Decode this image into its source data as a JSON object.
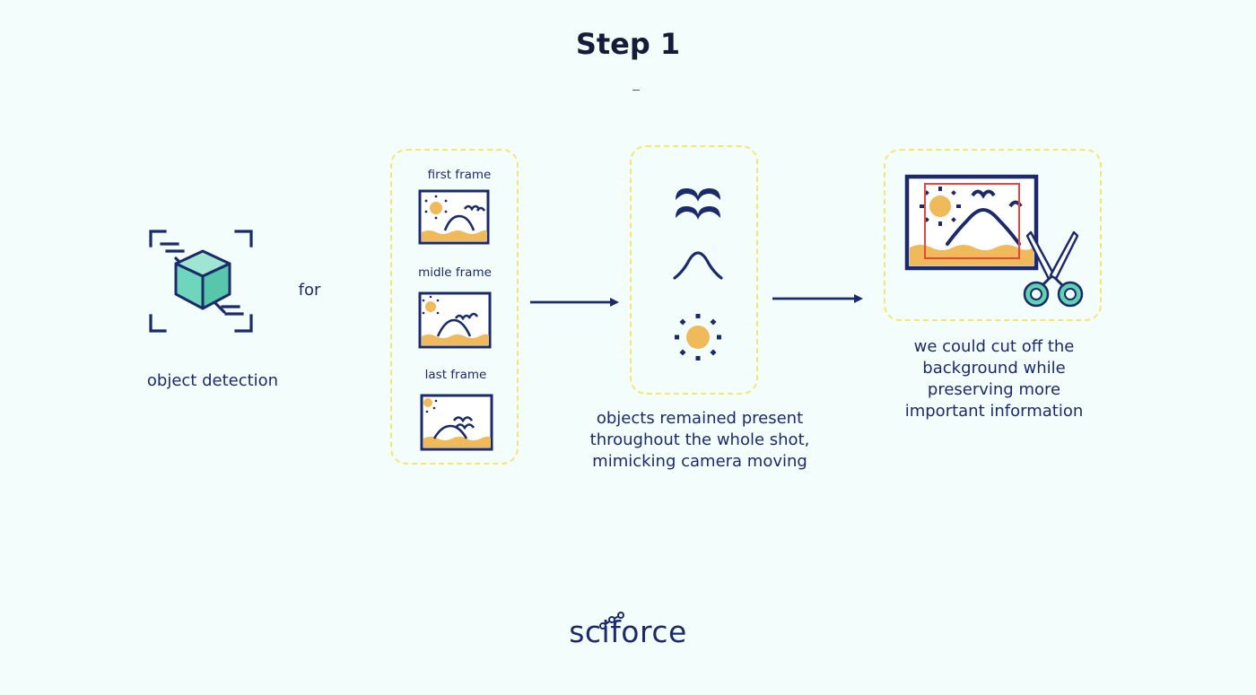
{
  "title": "Step 1",
  "object_detection": {
    "label": "object detection",
    "connector": "for"
  },
  "frames": {
    "first": "first frame",
    "middle": "midle frame",
    "last": "last frame"
  },
  "objects_caption": [
    "objects remained present",
    "throughout the whole shot,",
    "mimicking camera moving"
  ],
  "result_caption": [
    "we could cut off the",
    "background while",
    "preserving more",
    "important information"
  ],
  "logo": "sciforce",
  "colors": {
    "background": "#f3fdfb",
    "navy": "#1b2a6b",
    "dashed_border": "#f6e66b",
    "sun": "#f0b95a",
    "crop_box": "#e8453c",
    "cube": "#6fd5bd",
    "scissors_handles": "#5fd2b3"
  }
}
